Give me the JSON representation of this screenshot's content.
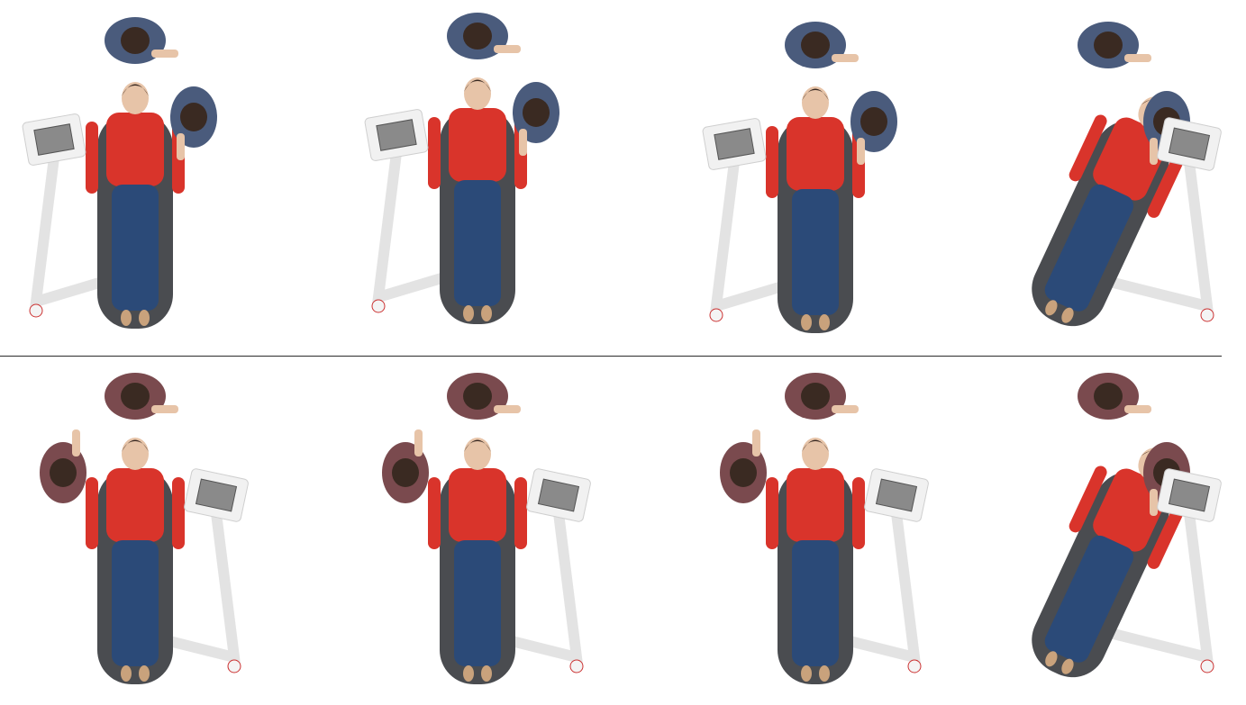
{
  "figure": {
    "layout": "two-rows-four-columns",
    "scenes": [
      {
        "row": 1,
        "col": 1,
        "dentist_shirt": "blue",
        "unit_side": "left",
        "assistant_side": "right",
        "patient_tilt": 0
      },
      {
        "row": 1,
        "col": 2,
        "dentist_shirt": "blue",
        "unit_side": "left",
        "assistant_side": "right",
        "patient_tilt": 0
      },
      {
        "row": 1,
        "col": 3,
        "dentist_shirt": "blue",
        "unit_side": "left",
        "assistant_side": "right",
        "patient_tilt": 0
      },
      {
        "row": 1,
        "col": 4,
        "dentist_shirt": "blue",
        "unit_side": "right",
        "assistant_side": "right",
        "patient_tilt": 25
      },
      {
        "row": 2,
        "col": 1,
        "dentist_shirt": "maroon",
        "unit_side": "right",
        "assistant_side": "left",
        "patient_tilt": 0
      },
      {
        "row": 2,
        "col": 2,
        "dentist_shirt": "maroon",
        "unit_side": "right",
        "assistant_side": "left",
        "patient_tilt": 0
      },
      {
        "row": 2,
        "col": 3,
        "dentist_shirt": "maroon",
        "unit_side": "right",
        "assistant_side": "left",
        "patient_tilt": 0
      },
      {
        "row": 2,
        "col": 4,
        "dentist_shirt": "maroon",
        "unit_side": "right",
        "assistant_side": "right",
        "patient_tilt": 25
      }
    ]
  },
  "colors": {
    "patient_top": "#d9342b",
    "patient_jeans": "#2b4a78",
    "chair": "#4a4c50",
    "dentist_blue": "#4a5b7c",
    "dentist_maroon": "#7a4a4e",
    "equipment": "#f1f1f1",
    "screen": "#8a8a8a",
    "hair": "#3a2a22",
    "skin": "#e7c4a8"
  }
}
